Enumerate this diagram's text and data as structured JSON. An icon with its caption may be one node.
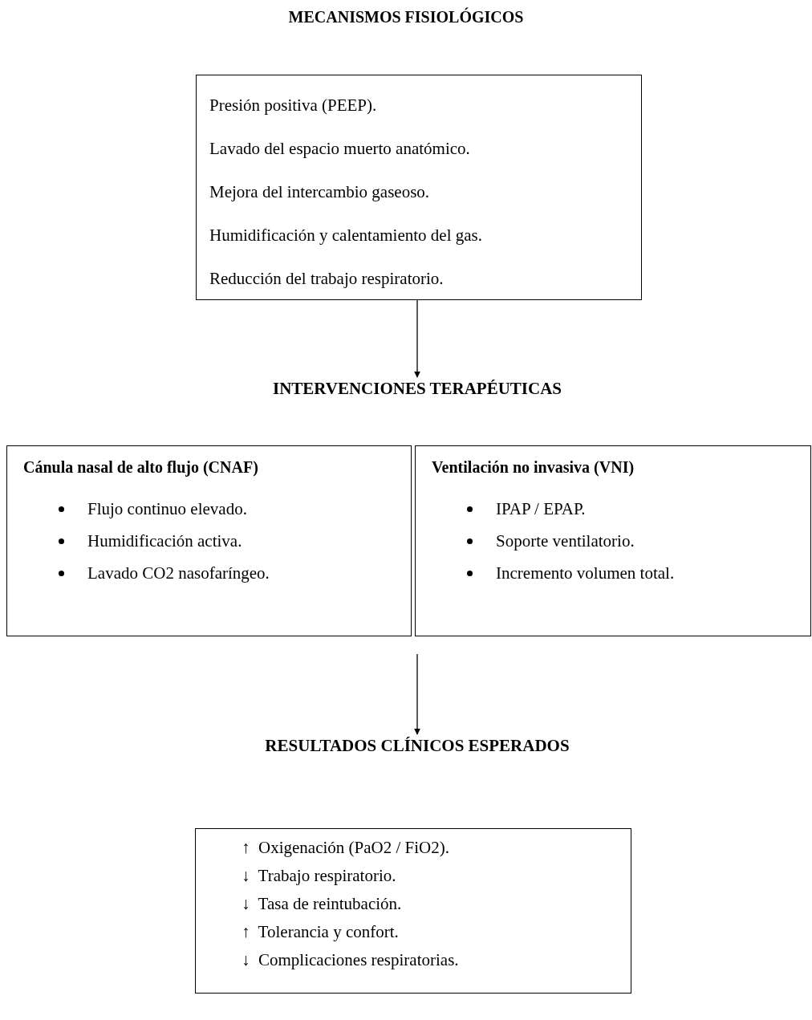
{
  "diagram": {
    "title": "MECANISMOS FISIOLÓGICOS",
    "nodes": [
      {
        "text": [
          "Presión positiva (PEEP).",
          "Lavado del espacio muerto anatómico.",
          "Mejora del intercambio gaseoso.",
          "Humidificación y calentamiento del gas.",
          "Reducción del trabajo respiratorio."
        ]
      },
      {
        "text": [
          "INTERVENCIONES TERAPÉUTICAS"
        ]
      },
      {
        "text": [
          "Cánula nasal de alto flujo (CNAF)",
          "Flujo continuo elevado.",
          "Humidificación activa.",
          "Lavado CO2 nasofaríngeo."
        ]
      },
      {
        "text": [
          "Ventilación no invasiva (VNI)",
          "IPAP / EPAP.",
          "Soporte ventilatorio.",
          "Incremento volumen total."
        ]
      },
      {
        "text": [
          "RESULTADOS CLÍNICOS ESPERADOS"
        ]
      },
      {
        "text": [
          "↑  Oxigenación (PaO2 / FiO2).",
          "↓  Trabajo respiratorio.",
          "↓  Tasa de reintubación.",
          "↑  Tolerancia y confort.",
          "↓  Complicaciones respiratorias."
        ]
      }
    ],
    "edges": [
      {
        "from": 0,
        "to": 1,
        "arrow": "to"
      },
      {
        "from": null,
        "to": 4,
        "arrow": "to"
      }
    ]
  }
}
